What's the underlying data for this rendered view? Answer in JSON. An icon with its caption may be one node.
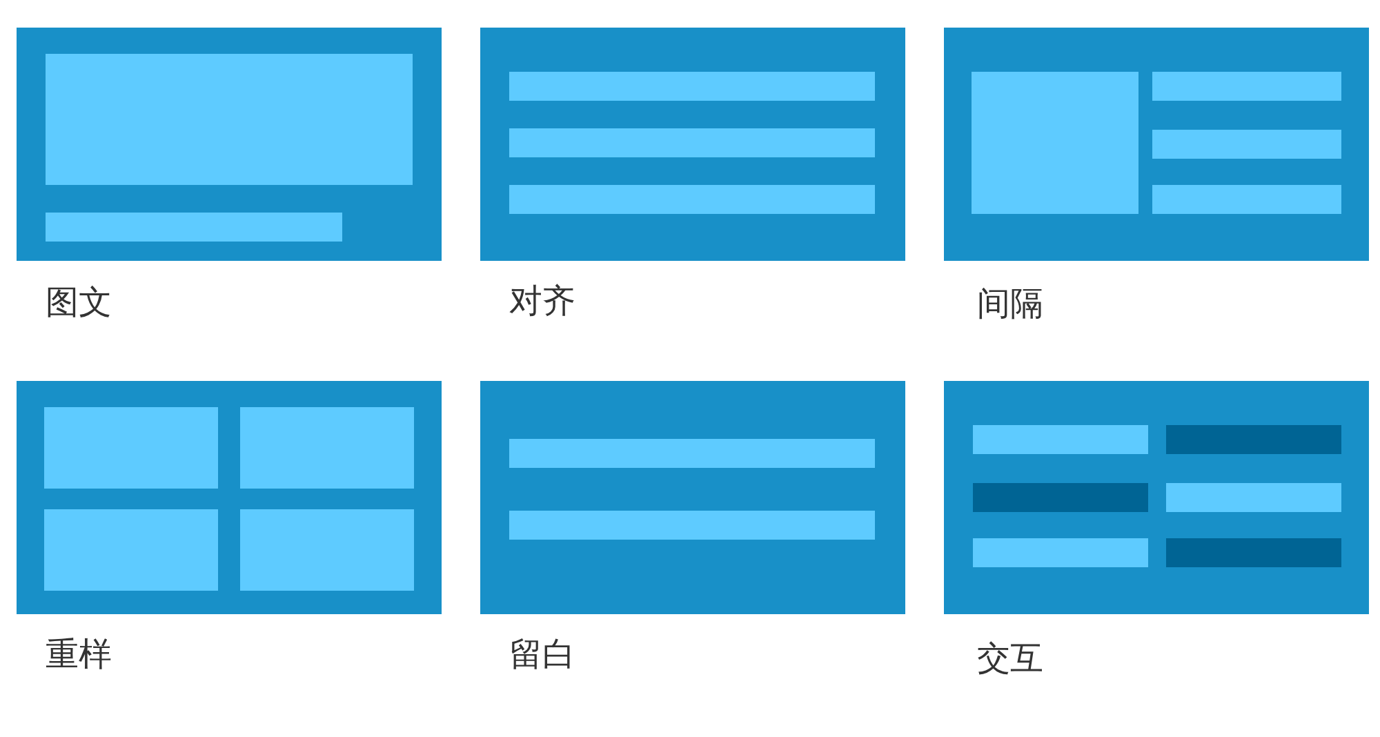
{
  "diagram": {
    "nodes": [
      {
        "text": [
          "图文"
        ]
      },
      {
        "text": [],
        "shape": "box",
        "in": 0
      },
      {
        "text": [],
        "shape": "box",
        "in": 0
      },
      {
        "text": [
          "对齐"
        ]
      },
      {
        "text": [],
        "shape": "box",
        "in": 3
      },
      {
        "text": [],
        "shape": "box",
        "in": 3
      },
      {
        "text": [],
        "shape": "box",
        "in": 3
      },
      {
        "text": [
          "间隔"
        ]
      },
      {
        "text": [],
        "shape": "box",
        "in": 7
      },
      {
        "text": [],
        "shape": "box",
        "in": 7
      },
      {
        "text": [],
        "shape": "box",
        "in": 7
      },
      {
        "text": [],
        "shape": "box",
        "in": 7
      },
      {
        "text": [
          "重样"
        ]
      },
      {
        "text": [],
        "shape": "box",
        "in": 12
      },
      {
        "text": [],
        "shape": "box",
        "in": 12
      },
      {
        "text": [],
        "shape": "box",
        "in": 12
      },
      {
        "text": [],
        "shape": "box",
        "in": 12
      },
      {
        "text": [
          "留白"
        ]
      },
      {
        "text": [],
        "shape": "box",
        "in": 17
      },
      {
        "text": [],
        "shape": "box",
        "in": 17
      },
      {
        "text": [
          "交互"
        ]
      },
      {
        "text": [],
        "shape": "box",
        "in": 20
      },
      {
        "text": [],
        "shape": "box",
        "in": 20
      },
      {
        "text": [],
        "shape": "box",
        "in": 20
      },
      {
        "text": [],
        "shape": "box",
        "in": 20
      },
      {
        "text": [],
        "shape": "box",
        "in": 20
      },
      {
        "text": [],
        "shape": "box",
        "in": 20
      }
    ]
  }
}
